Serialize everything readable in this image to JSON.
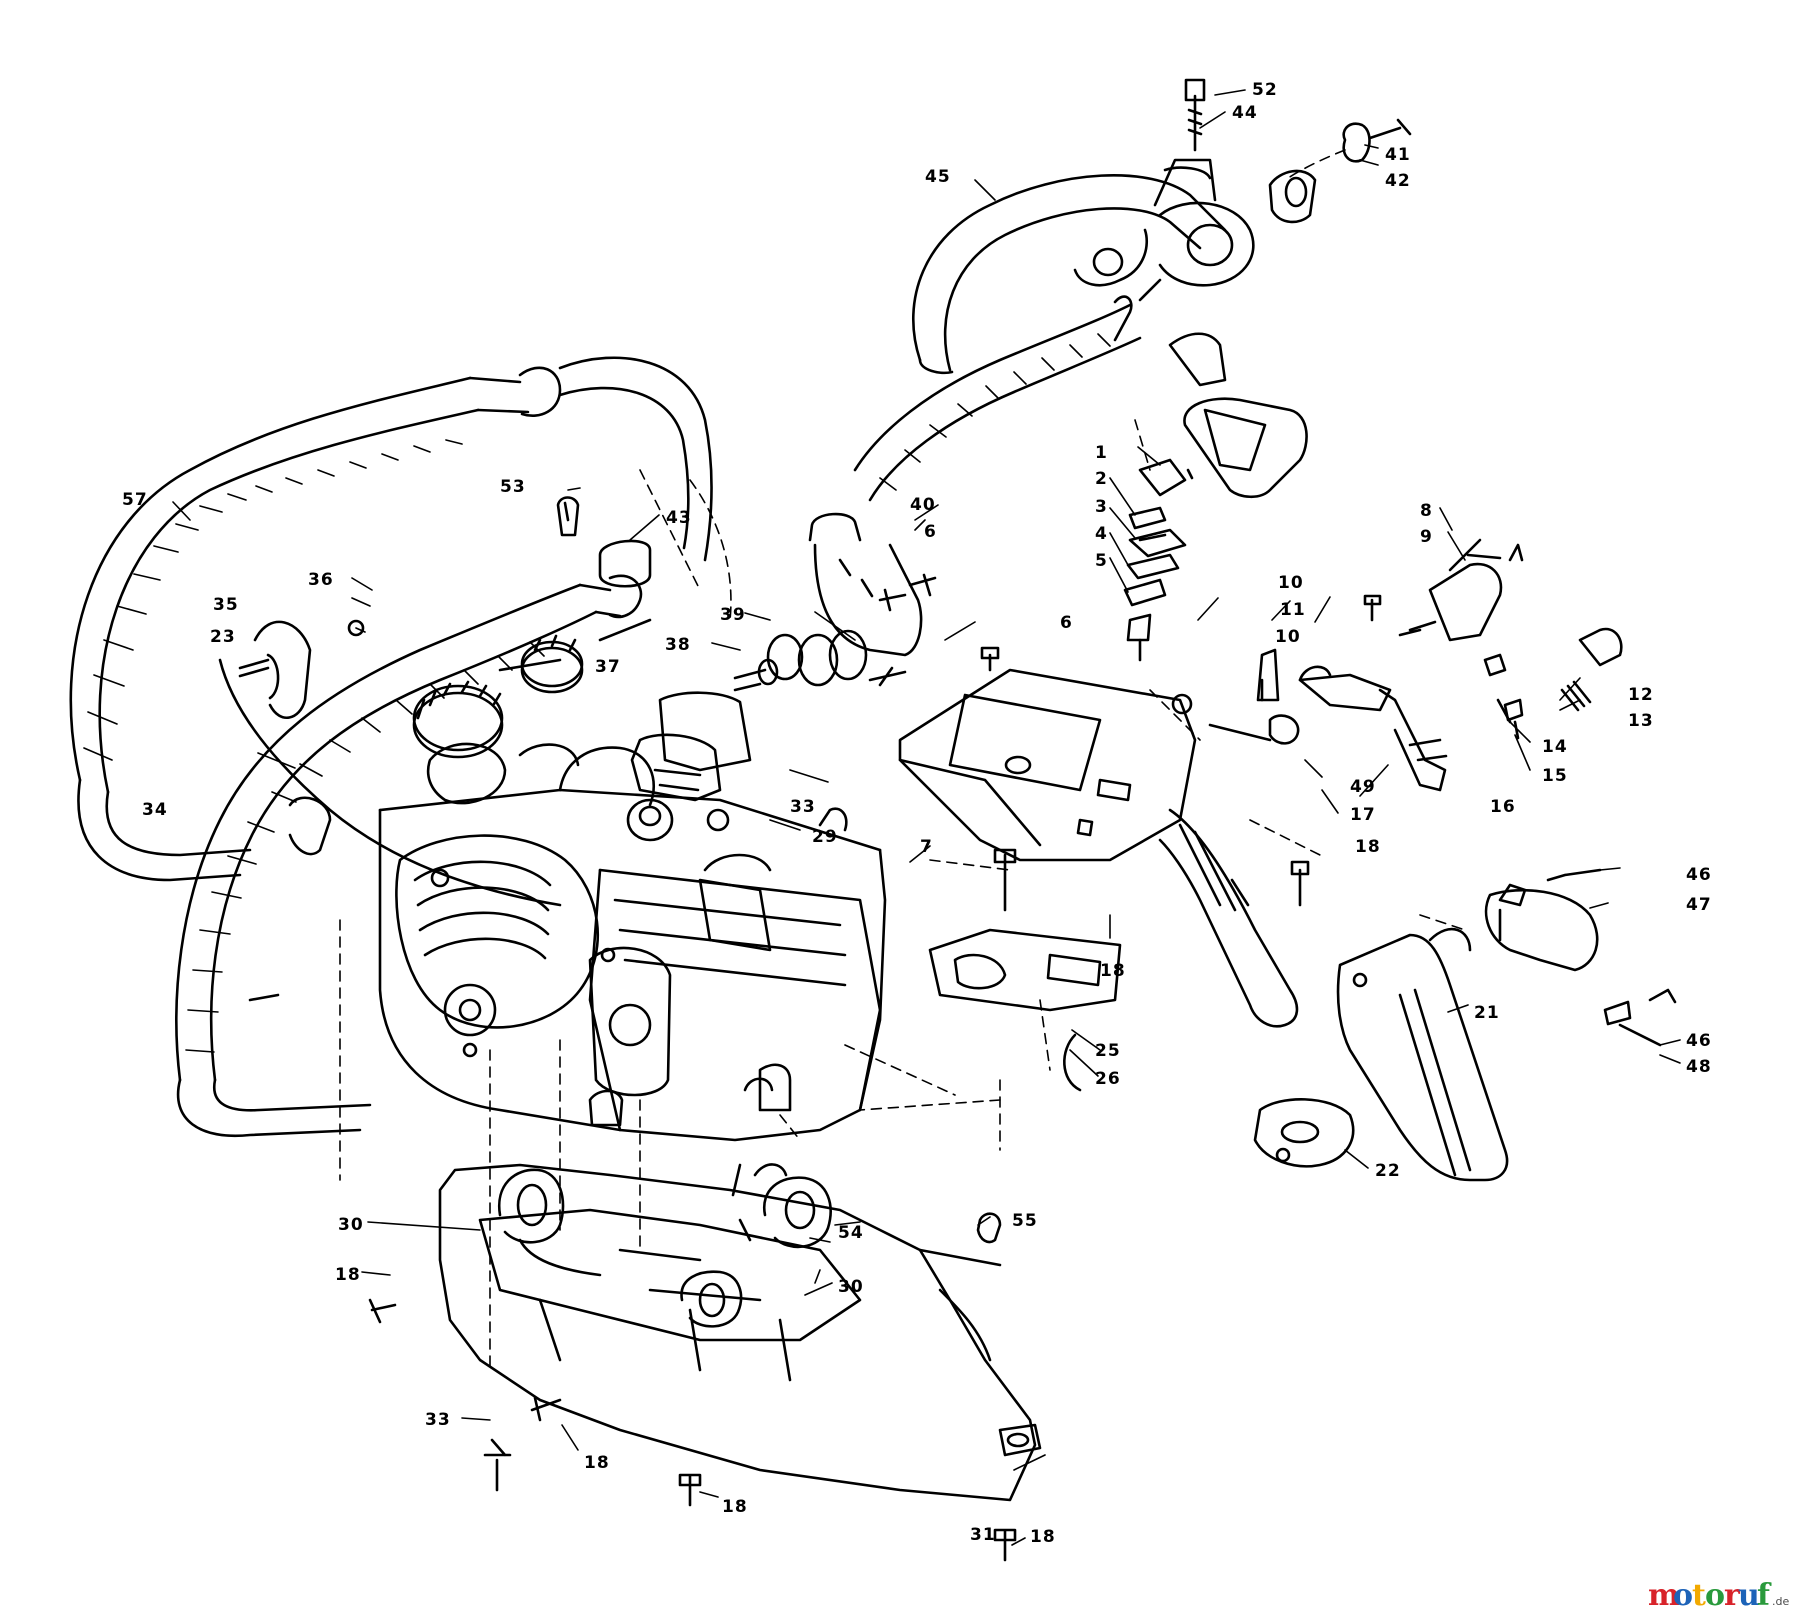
{
  "callouts": [
    {
      "id": "c52",
      "text": "52"
    },
    {
      "id": "c44",
      "text": "44"
    },
    {
      "id": "c41",
      "text": "41"
    },
    {
      "id": "c42",
      "text": "42"
    },
    {
      "id": "c45",
      "text": "45"
    },
    {
      "id": "c57",
      "text": "57"
    },
    {
      "id": "c53",
      "text": "53"
    },
    {
      "id": "c43",
      "text": "43"
    },
    {
      "id": "c40",
      "text": "40"
    },
    {
      "id": "c6a",
      "text": "6"
    },
    {
      "id": "c1",
      "text": "1"
    },
    {
      "id": "c2",
      "text": "2"
    },
    {
      "id": "c3",
      "text": "3"
    },
    {
      "id": "c4",
      "text": "4"
    },
    {
      "id": "c5",
      "text": "5"
    },
    {
      "id": "c8",
      "text": "8"
    },
    {
      "id": "c9",
      "text": "9"
    },
    {
      "id": "c36",
      "text": "36"
    },
    {
      "id": "c35",
      "text": "35"
    },
    {
      "id": "c23",
      "text": "23"
    },
    {
      "id": "c39",
      "text": "39"
    },
    {
      "id": "c38",
      "text": "38"
    },
    {
      "id": "c37",
      "text": "37"
    },
    {
      "id": "c6b",
      "text": "6"
    },
    {
      "id": "c10a",
      "text": "10"
    },
    {
      "id": "c11",
      "text": "11"
    },
    {
      "id": "c10b",
      "text": "10"
    },
    {
      "id": "c12",
      "text": "12"
    },
    {
      "id": "c13",
      "text": "13"
    },
    {
      "id": "c14",
      "text": "14"
    },
    {
      "id": "c15",
      "text": "15"
    },
    {
      "id": "c34",
      "text": "34"
    },
    {
      "id": "c33a",
      "text": "33"
    },
    {
      "id": "c29",
      "text": "29"
    },
    {
      "id": "c7",
      "text": "7"
    },
    {
      "id": "c49",
      "text": "49"
    },
    {
      "id": "c17",
      "text": "17"
    },
    {
      "id": "c16",
      "text": "16"
    },
    {
      "id": "c18a",
      "text": "18"
    },
    {
      "id": "c46a",
      "text": "46"
    },
    {
      "id": "c47",
      "text": "47"
    },
    {
      "id": "c18b",
      "text": "18"
    },
    {
      "id": "c21",
      "text": "21"
    },
    {
      "id": "c25",
      "text": "25"
    },
    {
      "id": "c26",
      "text": "26"
    },
    {
      "id": "c46b",
      "text": "46"
    },
    {
      "id": "c48",
      "text": "48"
    },
    {
      "id": "c22",
      "text": "22"
    },
    {
      "id": "c30a",
      "text": "30"
    },
    {
      "id": "c54",
      "text": "54"
    },
    {
      "id": "c55",
      "text": "55"
    },
    {
      "id": "c18c",
      "text": "18"
    },
    {
      "id": "c30b",
      "text": "30"
    },
    {
      "id": "c33b",
      "text": "33"
    },
    {
      "id": "c18d",
      "text": "18"
    },
    {
      "id": "c18e",
      "text": "18"
    },
    {
      "id": "c31",
      "text": "31"
    },
    {
      "id": "c18f",
      "text": "18"
    }
  ],
  "watermark": {
    "letters": [
      {
        "ch": "m",
        "color": "#d8232a"
      },
      {
        "ch": "o",
        "color": "#1d63b8"
      },
      {
        "ch": "t",
        "color": "#f2a900"
      },
      {
        "ch": "o",
        "color": "#2a9a3c"
      },
      {
        "ch": "r",
        "color": "#d8232a"
      },
      {
        "ch": "u",
        "color": "#1d63b8"
      },
      {
        "ch": "f",
        "color": "#2a9a3c"
      }
    ],
    "suffix": ".de"
  }
}
